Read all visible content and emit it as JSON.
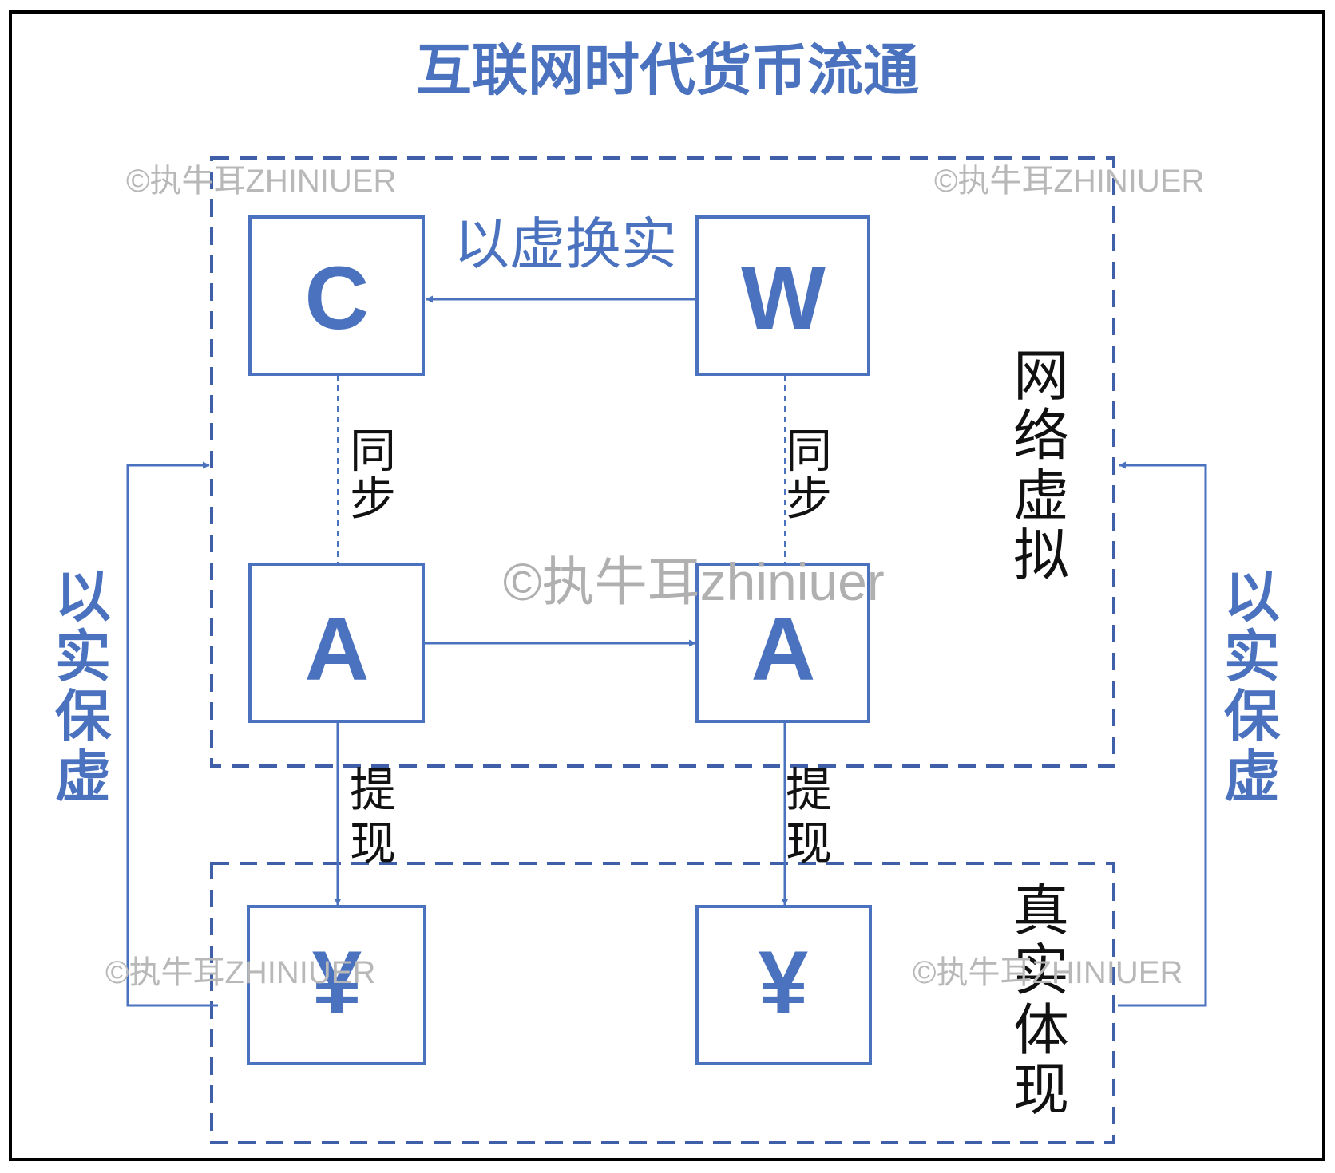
{
  "title": "互联网时代货币流通",
  "colors": {
    "primary": "#4a72bf",
    "text_dark": "#111111",
    "watermark": "#b8b8b8",
    "frame": "#000000"
  },
  "boxes": {
    "c": "C",
    "w": "W",
    "a_left": "A",
    "a_right": "A",
    "yuan_left": "¥",
    "yuan_right": "¥"
  },
  "labels": {
    "virtual_for_real": "以虚换实",
    "sync_left": [
      "同",
      "步"
    ],
    "sync_right": [
      "同",
      "步"
    ],
    "withdraw_left": [
      "提",
      "现"
    ],
    "withdraw_right": [
      "提",
      "现"
    ],
    "network_virtual": [
      "网",
      "络",
      "虚",
      "拟"
    ],
    "real_embody": [
      "真",
      "实",
      "体",
      "现"
    ],
    "real_backs_virtual_left": [
      "以",
      "实",
      "保",
      "虚"
    ],
    "real_backs_virtual_right": [
      "以",
      "实",
      "保",
      "虚"
    ]
  },
  "watermarks": {
    "small": "©执牛耳ZHINIUER",
    "center": "©执牛耳zhiniuer"
  }
}
